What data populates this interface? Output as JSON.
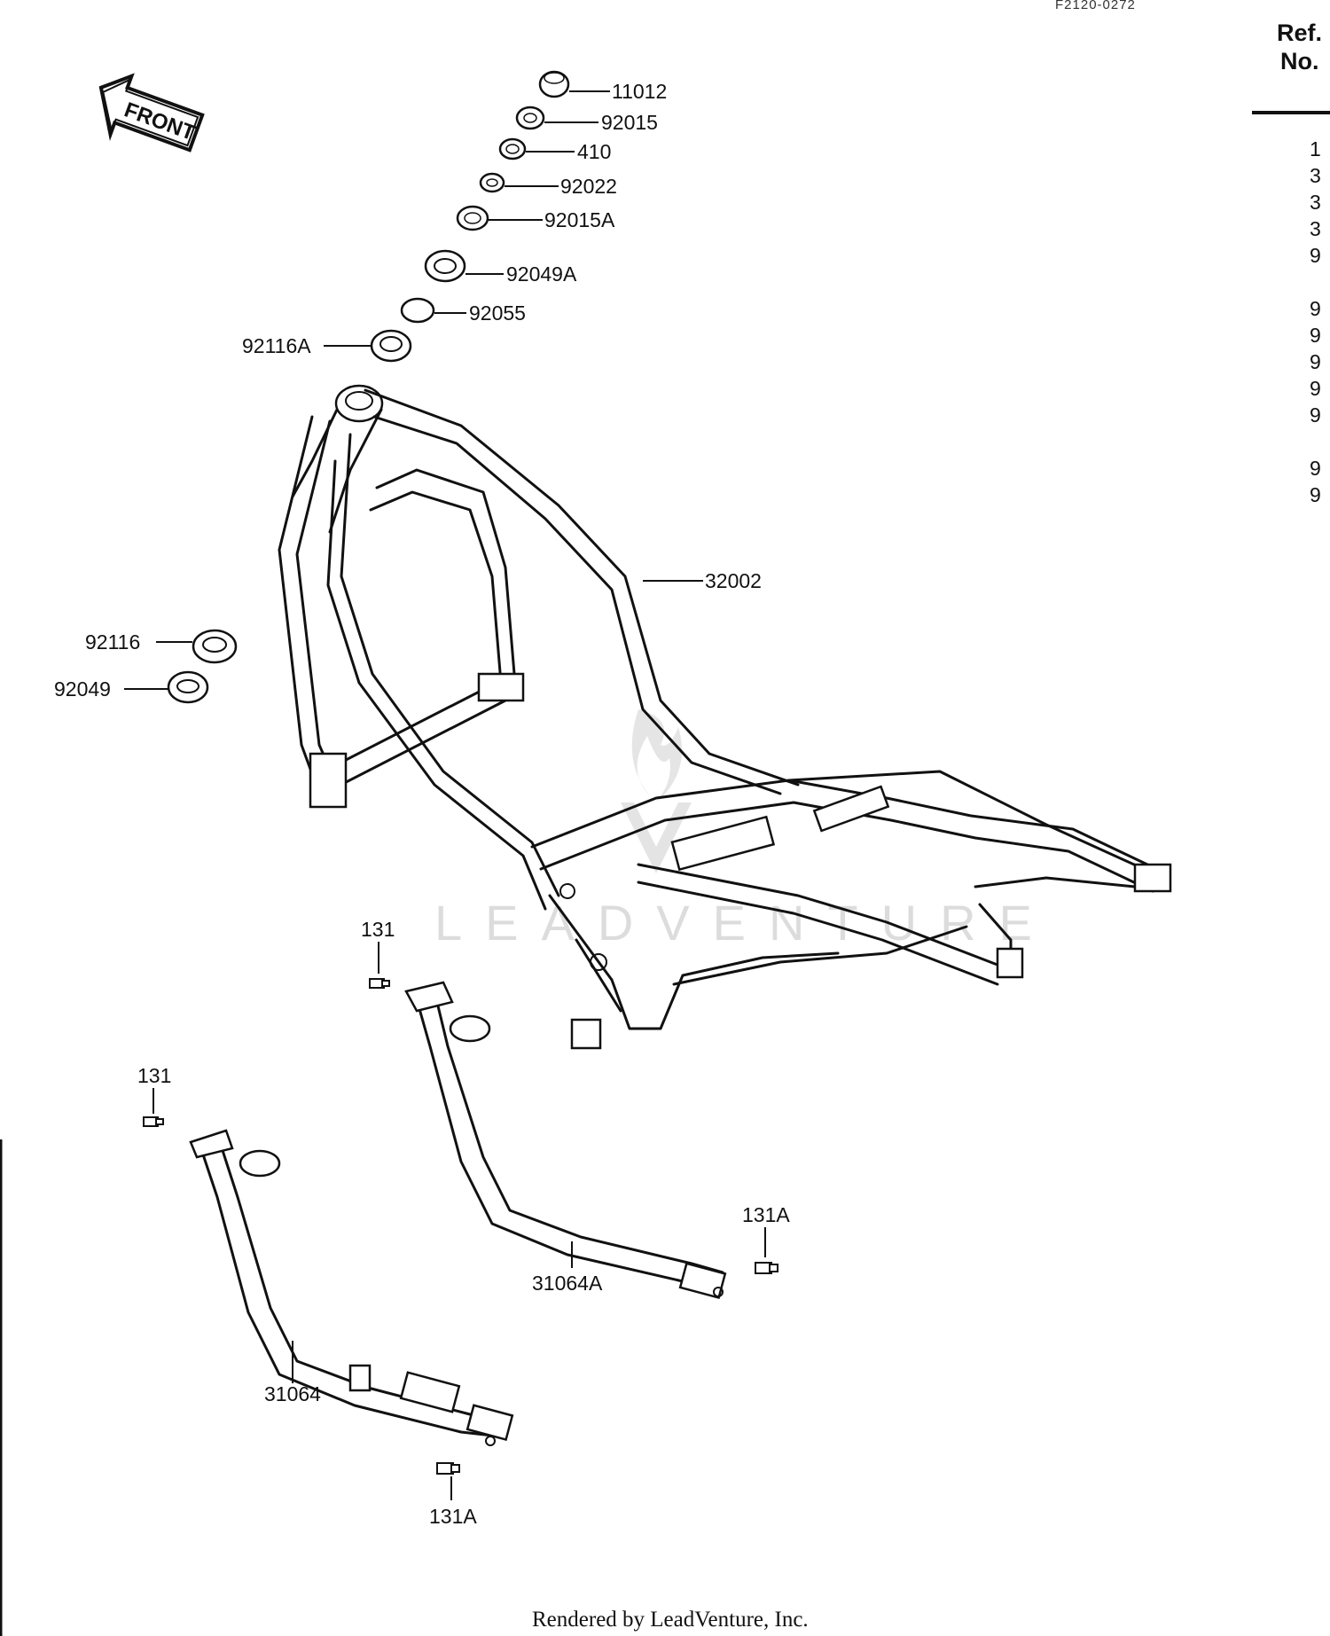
{
  "header": {
    "diagram_code": "F2120-0272",
    "ref_header": [
      "Ref.",
      "No."
    ],
    "ref_numbers_partial": [
      "1",
      "3",
      "3",
      "3",
      "9",
      "9",
      "9",
      "9",
      "9",
      "9",
      "9",
      "9"
    ]
  },
  "front_arrow": {
    "label": "FRONT"
  },
  "callouts": {
    "c11012": "11012",
    "c92015": "92015",
    "c410": "410",
    "c92022": "92022",
    "c92015A": "92015A",
    "c92049A": "92049A",
    "c92055": "92055",
    "c92116A": "92116A",
    "c32002": "32002",
    "c92116": "92116",
    "c92049": "92049",
    "c131_upper": "131",
    "c131_lower": "131",
    "c131A_right": "131A",
    "c31064A": "31064A",
    "c31064": "31064",
    "c131A_bottom": "131A"
  },
  "watermark": "LEADVENTURE",
  "footer": {
    "text": "Rendered by LeadVenture, Inc."
  }
}
